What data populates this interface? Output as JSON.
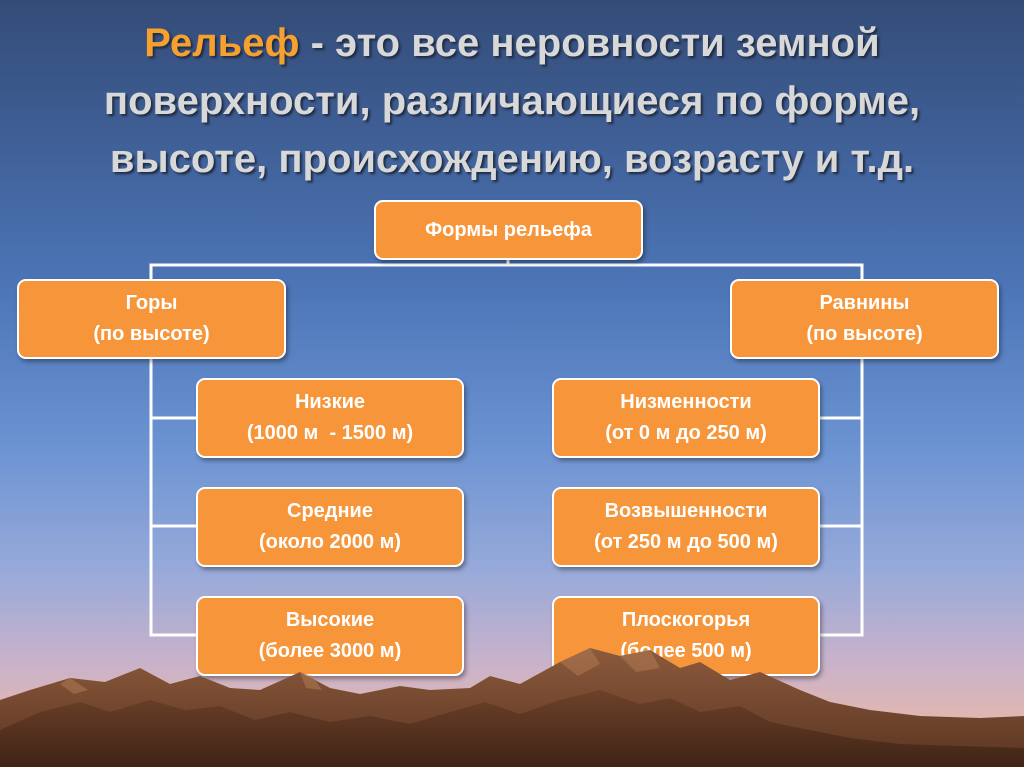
{
  "title": {
    "accent": "Рельеф",
    "rest_line1": " - это все неровности земной",
    "line2": "поверхности, различающиеся по форме,",
    "line3": "высоте, происхождению, возрасту и т.д."
  },
  "diagram": {
    "root": "Формы рельефа",
    "mountains": {
      "label": "Горы",
      "sub": "(по высоте)",
      "items": [
        {
          "name": "Низкие",
          "range": "(1000 м  - 1500 м)"
        },
        {
          "name": "Средние",
          "range": "(около 2000 м)"
        },
        {
          "name": "Высокие",
          "range": "(более 3000 м)"
        }
      ]
    },
    "plains": {
      "label": "Равнины",
      "sub": "(по высоте)",
      "items": [
        {
          "name": "Низменности",
          "range": "(от 0 м до 250 м)"
        },
        {
          "name": "Возвышенности",
          "range": "(от 250 м до 500 м)"
        },
        {
          "name": "Плоскогорья",
          "range": "(более 500 м)"
        }
      ]
    }
  },
  "colors": {
    "box_fill": "#f7953a",
    "title_accent": "#f6a030",
    "title_text": "#d8d8d8",
    "connector": "#ffffff"
  }
}
